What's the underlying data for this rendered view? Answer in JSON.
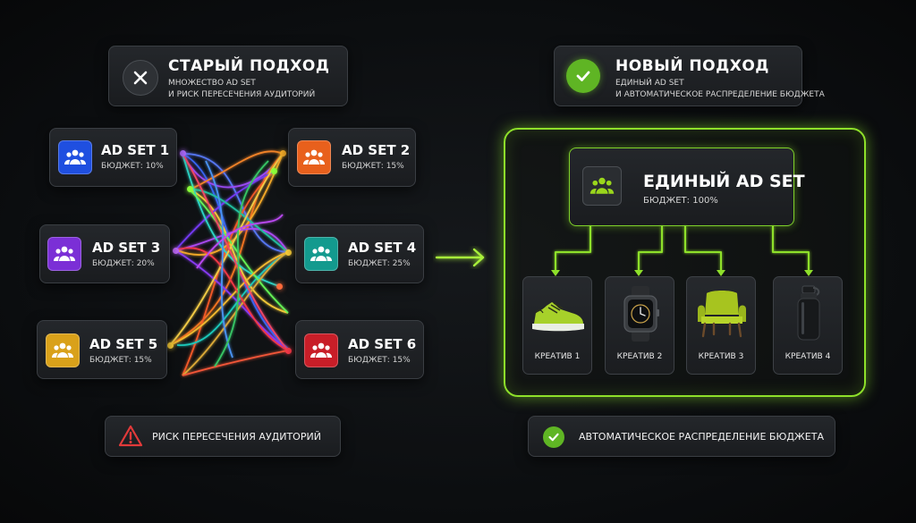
{
  "old_header": {
    "title": "СТАРЫЙ ПОДХОД",
    "subtitle": "МНОЖЕСТВО AD SET\nИ РИСК ПЕРЕСЕЧЕНИЯ АУДИТОРИЙ",
    "icon": "close-icon",
    "icon_color": "#2e3135"
  },
  "new_header": {
    "title": "НОВЫЙ ПОДХОД",
    "subtitle": "ЕДИНЫЙ AD SET\nИ АВТОМАТИЧЕСКОЕ РАСПРЕДЕЛЕНИЕ БЮДЖЕТА",
    "icon": "checkmark-icon",
    "icon_color": "#6cc22a"
  },
  "ad_sets": [
    {
      "title": "AD SET 1",
      "budget": "БЮДЖЕТ: 10%",
      "color": "#1f4fe0"
    },
    {
      "title": "AD SET 2",
      "budget": "БЮДЖЕТ: 15%",
      "color": "#e8601c"
    },
    {
      "title": "AD SET 3",
      "budget": "БЮДЖЕТ: 20%",
      "color": "#7b2fd6"
    },
    {
      "title": "AD SET 4",
      "budget": "БЮДЖЕТ: 25%",
      "color": "#139a8e"
    },
    {
      "title": "AD SET 5",
      "budget": "БЮДЖЕТ: 15%",
      "color": "#d9a11a"
    },
    {
      "title": "AD SET 6",
      "budget": "БЮДЖЕТ: 15%",
      "color": "#c81e28"
    }
  ],
  "unified_set": {
    "title": "ЕДИНЫЙ AD SET",
    "budget": "БЮДЖЕТ: 100%",
    "color": "#9ad61c"
  },
  "creatives": [
    {
      "label": "КРЕАТИВ 1",
      "icon": "sneaker-icon"
    },
    {
      "label": "КРЕАТИВ 2",
      "icon": "smartwatch-icon"
    },
    {
      "label": "КРЕАТИВ 3",
      "icon": "armchair-icon"
    },
    {
      "label": "КРЕАТИВ 4",
      "icon": "water-bottle-icon"
    }
  ],
  "old_footer": {
    "text": "РИСК ПЕРЕСЕЧЕНИЯ АУДИТОРИЙ",
    "icon": "warning-icon",
    "color": "#e23a3a"
  },
  "new_footer": {
    "text": "АВТОМАТИЧЕСКОЕ РАСПРЕДЕЛЕНИЕ БЮДЖЕТА",
    "icon": "checkmark-icon",
    "color": "#6cc22a"
  },
  "accent": "#8fe22a"
}
